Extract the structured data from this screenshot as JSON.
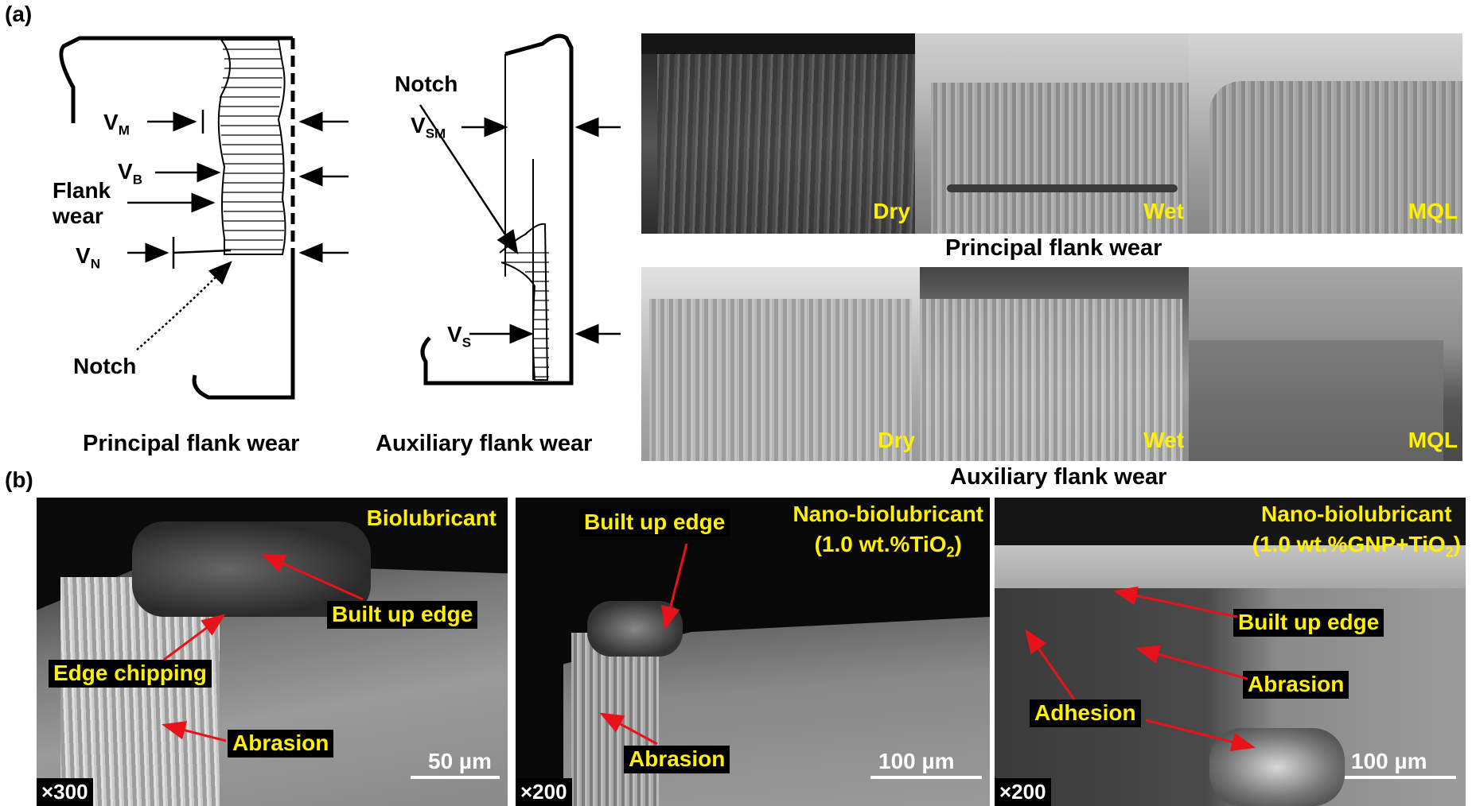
{
  "panel_a": {
    "letter": "(a)",
    "principal_diagram": {
      "caption": "Principal flank wear",
      "vm": "V",
      "vm_sub": "M",
      "vb": "V",
      "vb_sub": "B",
      "vn": "V",
      "vn_sub": "N",
      "flank_wear_line1": "Flank",
      "flank_wear_line2": "wear",
      "notch": "Notch"
    },
    "auxiliary_diagram": {
      "caption": "Auxiliary flank wear",
      "notch": "Notch",
      "vsm": "V",
      "vsm_sub": "SM",
      "vs": "V",
      "vs_sub": "S"
    },
    "sem_top_labels": [
      "Dry",
      "Wet",
      "MQL"
    ],
    "sem_top_caption": "Principal flank wear",
    "sem_bottom_labels": [
      "Dry",
      "Wet",
      "MQL"
    ],
    "sem_bottom_caption": "Auxiliary flank wear"
  },
  "panel_b": {
    "letter": "(b)",
    "images": [
      {
        "title": "Biolubricant",
        "magnification": "×300",
        "scale": "50 µm",
        "labels": {
          "bue": "Built up edge",
          "chip": "Edge chipping",
          "abrasion": "Abrasion"
        }
      },
      {
        "title_line1": "Nano-biolubricant",
        "title_line2_pre": "(1.0 wt.%TiO",
        "title_line2_sub": "2",
        "title_line2_post": ")",
        "magnification": "×200",
        "scale": "100 µm",
        "labels": {
          "bue": "Built up edge",
          "abrasion": "Abrasion"
        }
      },
      {
        "title_line1": "Nano-biolubricant",
        "title_line2_pre": "(1.0 wt.%GNP+TiO",
        "title_line2_sub": "2",
        "title_line2_post": ")",
        "magnification": "×200",
        "scale": "100 µm",
        "labels": {
          "bue": "Built up edge",
          "abrasion": "Abrasion",
          "adhesion": "Adhesion"
        }
      }
    ]
  },
  "colors": {
    "label_yellow": "#ffef00",
    "arrow_red": "#e8121a",
    "tag_bg": "#000000"
  }
}
